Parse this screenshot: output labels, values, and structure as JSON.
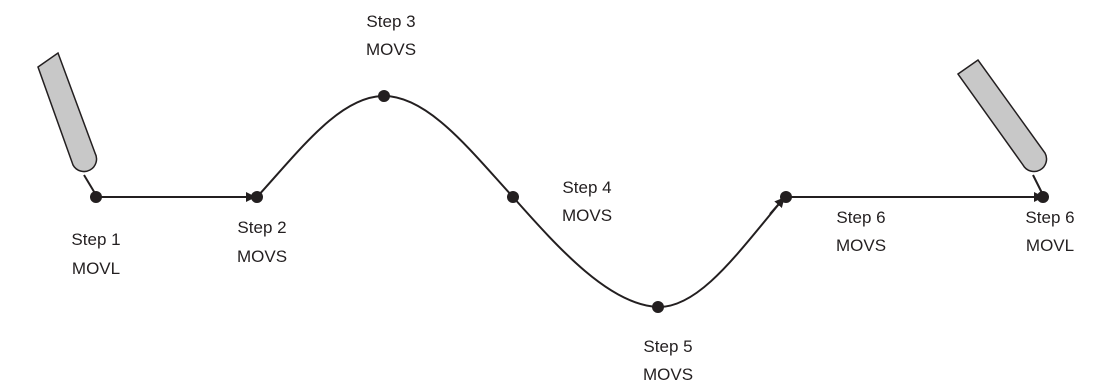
{
  "diagram": {
    "colors": {
      "line": "#231f20",
      "torch_fill": "#c8c8c8",
      "background": "#ffffff"
    },
    "icons": [
      "welding-torch-icon",
      "welding-torch-icon"
    ],
    "points": [
      {
        "step": "Step 1",
        "motion": "MOVL"
      },
      {
        "step": "Step 2",
        "motion": "MOVS"
      },
      {
        "step": "Step 3",
        "motion": "MOVS"
      },
      {
        "step": "Step 4",
        "motion": "MOVS"
      },
      {
        "step": "Step 5",
        "motion": "MOVS"
      },
      {
        "step": "Step 6",
        "motion": "MOVS"
      },
      {
        "step": "Step 6",
        "motion": "MOVL"
      }
    ]
  }
}
